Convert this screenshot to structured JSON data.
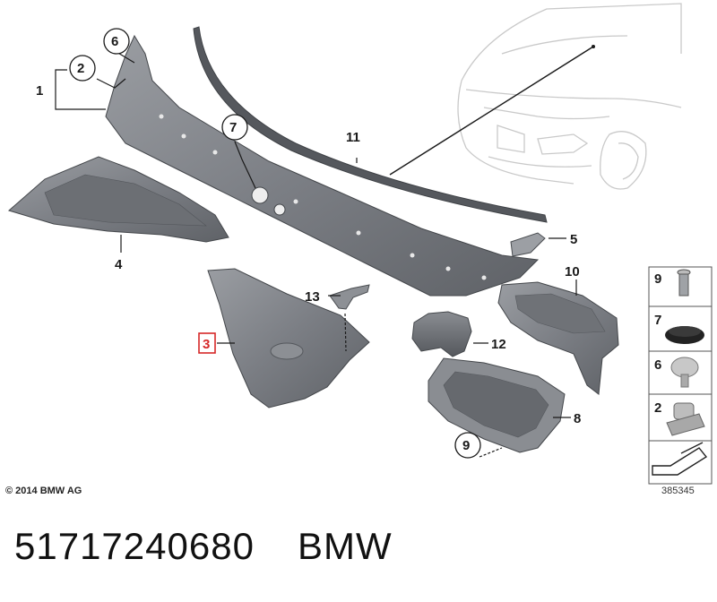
{
  "callouts": {
    "c1": "1",
    "c2": "2",
    "c3": "3",
    "c4": "4",
    "c5": "5",
    "c6": "6",
    "c7": "7",
    "c8": "8",
    "c9": "9",
    "c10": "10",
    "c11": "11",
    "c12": "12",
    "c13": "13"
  },
  "legend": [
    "9",
    "7",
    "6",
    "2"
  ],
  "copyright": "© 2014 BMW AG",
  "diagram_id": "385345",
  "footer": {
    "part_number": "51717240680",
    "brand": "BMW"
  },
  "colors": {
    "part_fill": "#7d8086",
    "part_dark": "#5b5e63",
    "part_light": "#a7aaae",
    "highlight": "#d62828"
  }
}
